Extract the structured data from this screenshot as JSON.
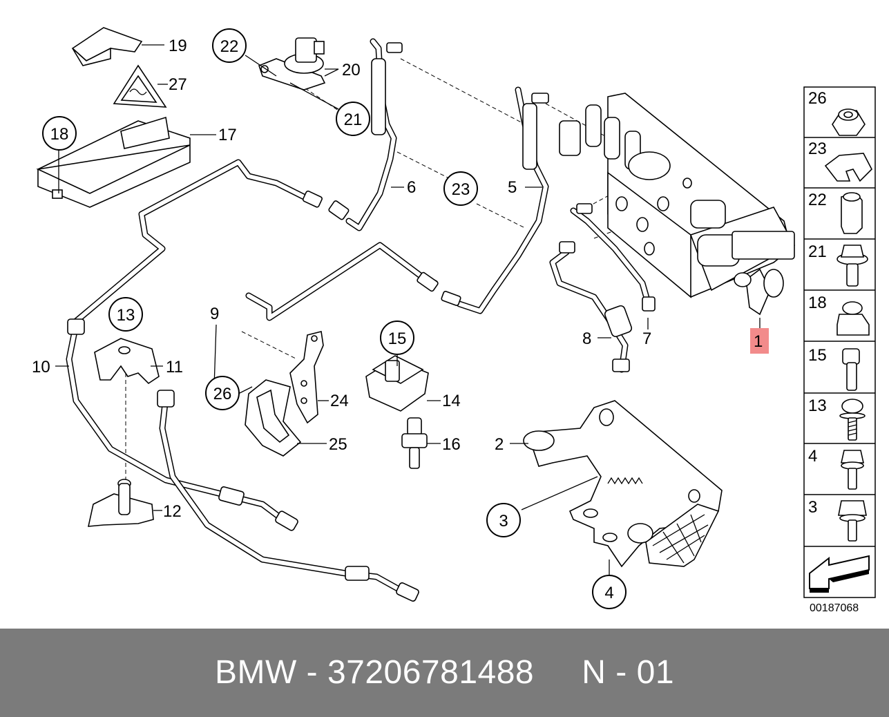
{
  "callouts": {
    "n1": "1",
    "n2": "2",
    "n3": "3",
    "n4": "4",
    "n5": "5",
    "n6": "6",
    "n7": "7",
    "n8": "8",
    "n9": "9",
    "n10": "10",
    "n11": "11",
    "n12": "12",
    "n13": "13",
    "n14": "14",
    "n15": "15",
    "n16": "16",
    "n17": "17",
    "n18": "18",
    "n19": "19",
    "n20": "20",
    "n21": "21",
    "n22": "22",
    "n23": "23",
    "n24": "24",
    "n25": "25",
    "n26": "26",
    "n27": "27"
  },
  "sidebar": {
    "items": [
      {
        "num": "26",
        "icon": "nut-icon"
      },
      {
        "num": "23",
        "icon": "clip-icon"
      },
      {
        "num": "22",
        "icon": "hex-bolt-icon"
      },
      {
        "num": "21",
        "icon": "collar-bolt-icon"
      },
      {
        "num": "18",
        "icon": "cap-nut-icon"
      },
      {
        "num": "15",
        "icon": "pin-icon"
      },
      {
        "num": "13",
        "icon": "screw-icon"
      },
      {
        "num": "4",
        "icon": "bolt-icon"
      },
      {
        "num": "3",
        "icon": "flange-bolt-icon"
      }
    ],
    "arrow_icon": "direction-arrow-icon",
    "diagram_code": "00187068"
  },
  "highlight": {
    "color": "#f28b8b",
    "label": "1"
  },
  "footer": {
    "brand": "BMW",
    "sep": " - ",
    "part_number": "37206781488",
    "gap": "     ",
    "variant": "N - 01"
  }
}
